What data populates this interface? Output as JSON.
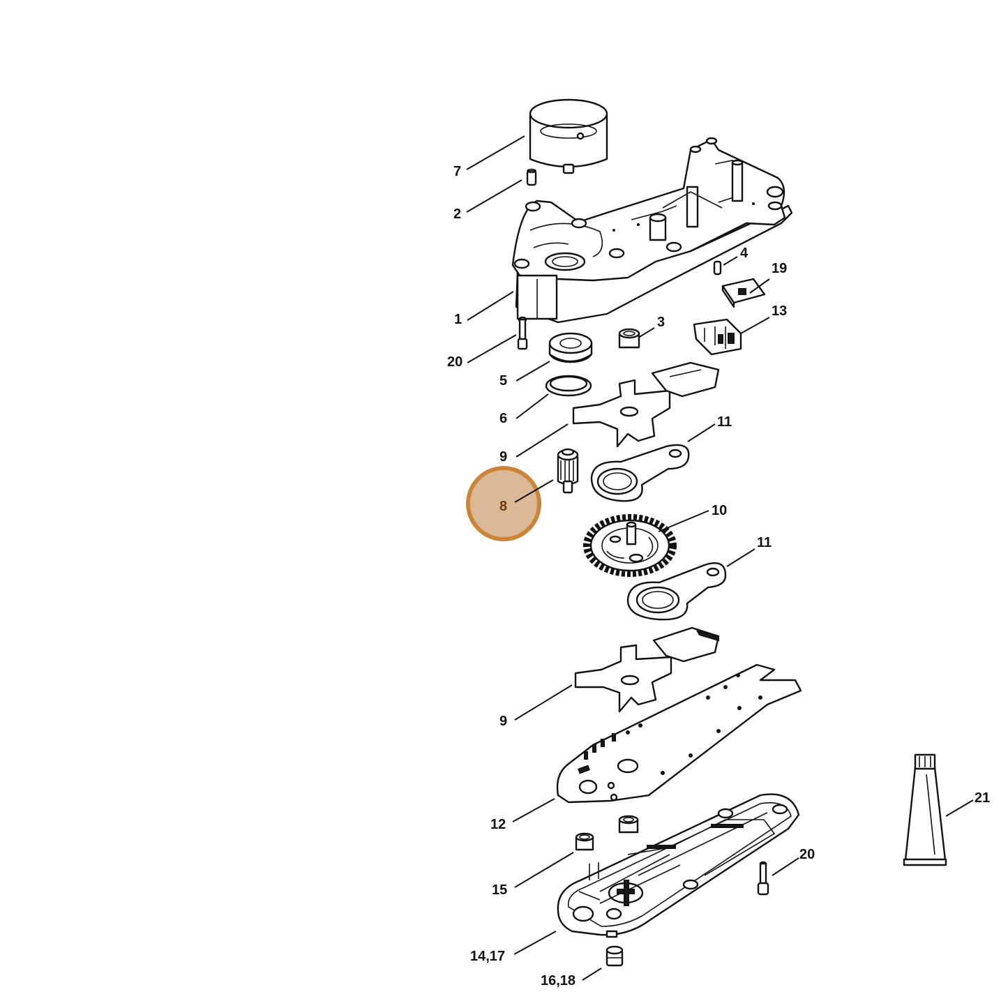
{
  "diagram": {
    "highlight_color": "#c77b2b",
    "highlight_fill": "#d9b48e",
    "highlighted_part": "8",
    "callouts": [
      {
        "id": "7",
        "label": "7"
      },
      {
        "id": "2",
        "label": "2"
      },
      {
        "id": "4",
        "label": "4"
      },
      {
        "id": "19",
        "label": "19"
      },
      {
        "id": "1",
        "label": "1"
      },
      {
        "id": "3",
        "label": "3"
      },
      {
        "id": "13",
        "label": "13"
      },
      {
        "id": "20a",
        "label": "20"
      },
      {
        "id": "5",
        "label": "5"
      },
      {
        "id": "6",
        "label": "6"
      },
      {
        "id": "9a",
        "label": "9"
      },
      {
        "id": "11a",
        "label": "11"
      },
      {
        "id": "8",
        "label": "8"
      },
      {
        "id": "10",
        "label": "10"
      },
      {
        "id": "11b",
        "label": "11"
      },
      {
        "id": "9b",
        "label": "9"
      },
      {
        "id": "12",
        "label": "12"
      },
      {
        "id": "21",
        "label": "21"
      },
      {
        "id": "20b",
        "label": "20"
      },
      {
        "id": "15",
        "label": "15"
      },
      {
        "id": "14_17",
        "label": "14,17"
      },
      {
        "id": "16_18",
        "label": "16,18"
      }
    ]
  }
}
